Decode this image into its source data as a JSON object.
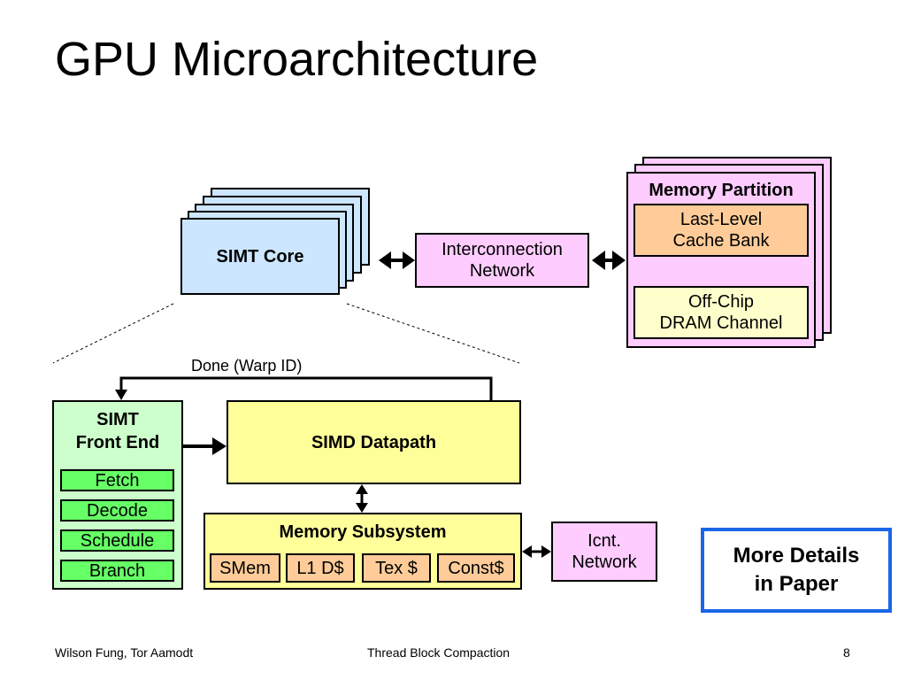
{
  "slide": {
    "title": "GPU Microarchitecture",
    "footer_left": "Wilson Fung, Tor Aamodt",
    "footer_center": "Thread Block Compaction",
    "page_number": "8"
  },
  "top": {
    "simt_core": "SIMT Core",
    "interconnect_line1": "Interconnection",
    "interconnect_line2": "Network",
    "memory_partition": "Memory Partition",
    "llc_line1": "Last-Level",
    "llc_line2": "Cache Bank",
    "dram_line1": "Off-Chip",
    "dram_line2": "DRAM Channel"
  },
  "detail": {
    "done_label": "Done (Warp ID)",
    "front_end_line1": "SIMT",
    "front_end_line2": "Front End",
    "stages": [
      "Fetch",
      "Decode",
      "Schedule",
      "Branch"
    ],
    "simd_datapath": "SIMD Datapath",
    "memory_subsystem": "Memory Subsystem",
    "mem_units": [
      "SMem",
      "L1 D$",
      "Tex $",
      "Const$"
    ],
    "icnt_line1": "Icnt.",
    "icnt_line2": "Network"
  },
  "callout": {
    "line1": "More Details",
    "line2": "in Paper"
  },
  "colors": {
    "core_blue": "#cce6ff",
    "icnt_pink": "#ffccff",
    "cache_orange": "#ffcc99",
    "dram_yellow": "#ffffcc",
    "front_end_green": "#ccffcc",
    "stage_green": "#66ff66",
    "datapath_yellow": "#ffff99",
    "callout_blue": "#1a66e6"
  }
}
